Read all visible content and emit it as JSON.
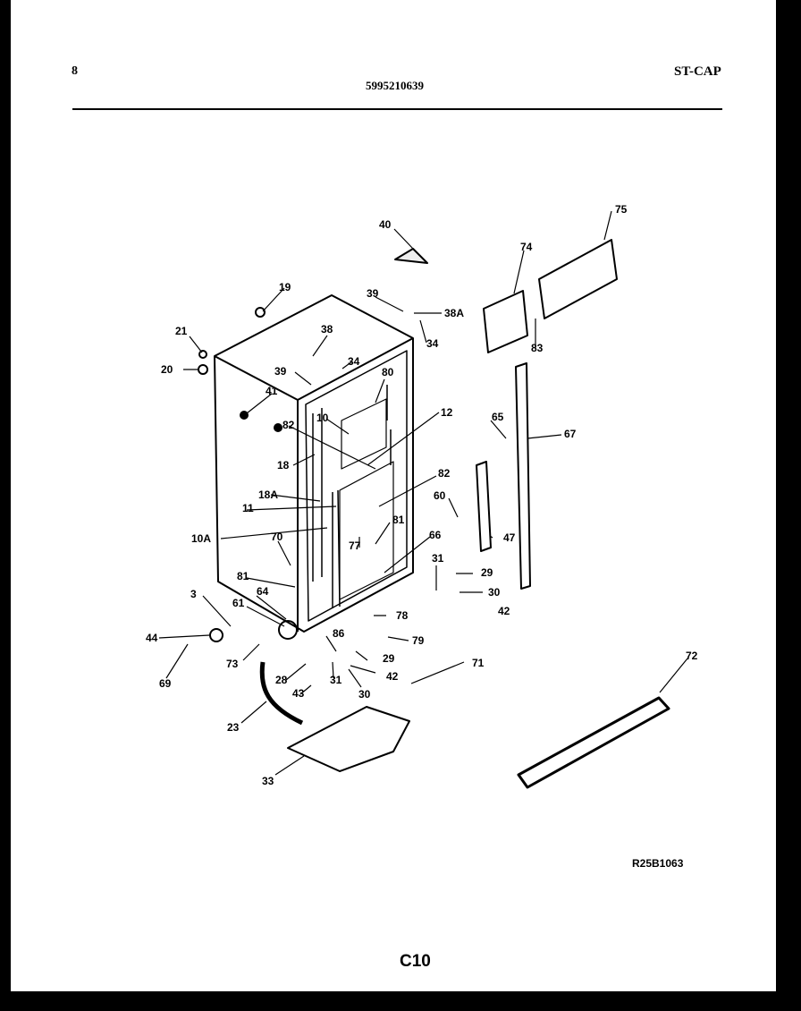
{
  "header": {
    "page_number": "8",
    "document_number": "5995210639",
    "model": "ST-CAP"
  },
  "diagram": {
    "reference_code": "R25B1063",
    "page_code": "C10",
    "callouts": [
      "40",
      "75",
      "74",
      "19",
      "39",
      "38A",
      "21",
      "38",
      "34",
      "83",
      "20",
      "39",
      "34",
      "80",
      "41",
      "10",
      "12",
      "65",
      "67",
      "82",
      "18",
      "82",
      "18A",
      "60",
      "11",
      "81",
      "10A",
      "70",
      "66",
      "47",
      "77",
      "31",
      "29",
      "81",
      "30",
      "3",
      "64",
      "78",
      "42",
      "61",
      "44",
      "86",
      "79",
      "73",
      "29",
      "71",
      "69",
      "28",
      "31",
      "42",
      "72",
      "43",
      "30",
      "23",
      "33"
    ]
  }
}
